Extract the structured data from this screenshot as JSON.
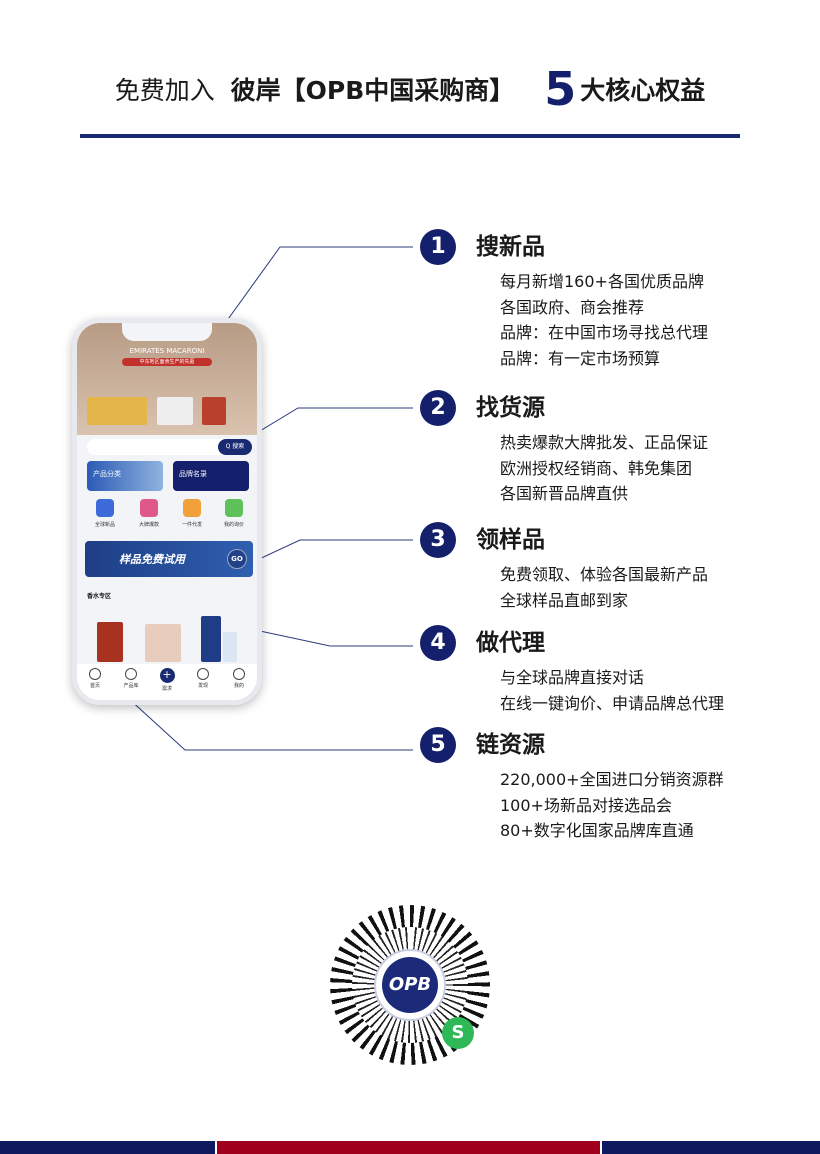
{
  "header": {
    "prefix": "免费加入",
    "brand": "彼岸【OPB中国采购商】",
    "number": "5",
    "suffix": "大核心权益"
  },
  "benefits": [
    {
      "num": "1",
      "title": "搜新品",
      "lines": [
        "每月新增160+各国优质品牌",
        "各国政府、商会推荐",
        "品牌：在中国市场寻找总代理",
        "品牌：有一定市场预算"
      ]
    },
    {
      "num": "2",
      "title": "找货源",
      "lines": [
        "热卖爆款大牌批发、正品保证",
        "欧洲授权经销商、韩免集团",
        "各国新晋品牌直供"
      ]
    },
    {
      "num": "3",
      "title": "领样品",
      "lines": [
        "免费领取、体验各国最新产品",
        "全球样品直邮到家"
      ]
    },
    {
      "num": "4",
      "title": "做代理",
      "lines": [
        "与全球品牌直接对话",
        "在线一键询价、申请品牌总代理"
      ]
    },
    {
      "num": "5",
      "title": "链资源",
      "lines": [
        "220,000+全国进口分销资源群",
        "100+场新品对接选品会",
        "80+数字化国家品牌库直通"
      ]
    }
  ],
  "phone": {
    "banner_title": "EMIRATES MACARONI",
    "banner_ribbon": "中东地区面食生产的先驱",
    "search_btn": "Q 搜索",
    "card1": "产品分类",
    "card2": "品牌名录",
    "icons": [
      "全球新品",
      "大牌爆款",
      "一件代发",
      "我的询价"
    ],
    "sample_text": "样品免费试用",
    "go": "GO",
    "section": "香水专区",
    "nav": [
      "首页",
      "产品库",
      "需求",
      "发现",
      "我的"
    ]
  },
  "qr": {
    "logo_text": "OPB"
  },
  "colors": {
    "navy": "#14206b",
    "red": "#a1001d"
  }
}
